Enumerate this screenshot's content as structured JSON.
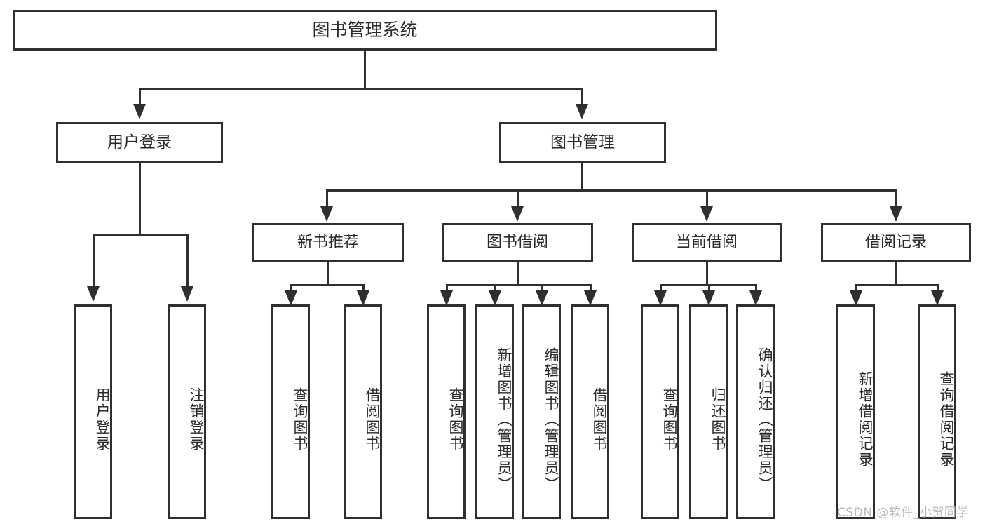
{
  "diagram": {
    "title": "图书管理系统",
    "type": "hierarchy-tree",
    "root": {
      "label": "图书管理系统"
    },
    "level1": [
      {
        "label": "用户登录"
      },
      {
        "label": "图书管理"
      }
    ],
    "level2": [
      {
        "label": "新书推荐"
      },
      {
        "label": "图书借阅"
      },
      {
        "label": "当前借阅"
      },
      {
        "label": "借阅记录"
      }
    ],
    "leaves": {
      "user_login": [
        {
          "label": "用户登录"
        },
        {
          "label": "注销登录"
        }
      ],
      "new_book_recommend": [
        {
          "label": "查询图书"
        },
        {
          "label": "借阅图书"
        }
      ],
      "book_borrow": [
        {
          "label": "查询图书"
        },
        {
          "label": "新增图书（管理员）"
        },
        {
          "label": "编辑图书（管理员）"
        },
        {
          "label": "借阅图书"
        }
      ],
      "current_borrow": [
        {
          "label": "查询图书"
        },
        {
          "label": "归还图书"
        },
        {
          "label": "确认归还（管理员）"
        }
      ],
      "borrow_record": [
        {
          "label": "新增借阅记录"
        },
        {
          "label": "查询借阅记录"
        }
      ]
    }
  },
  "watermark": {
    "text": "CSDN @软件_小贺同学"
  },
  "colors": {
    "stroke": "#2f2f2f",
    "text": "#2b2b2b",
    "background": "#ffffff",
    "watermark": "#b9b9b9"
  }
}
